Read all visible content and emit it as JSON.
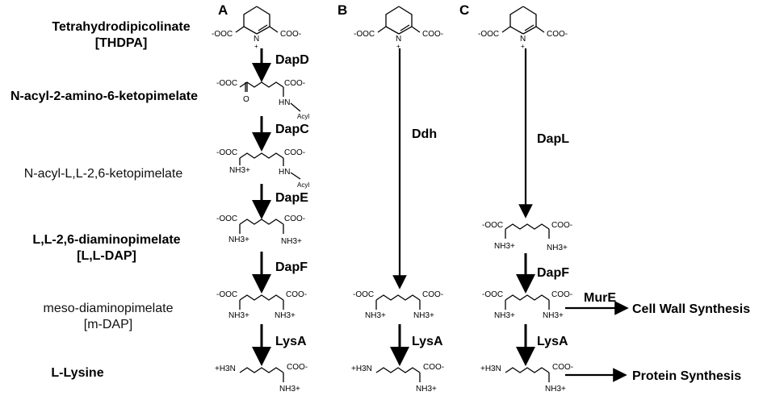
{
  "panels": [
    "A",
    "B",
    "C"
  ],
  "compounds": [
    {
      "name": "Tetrahydrodipicolinate",
      "abbr": "[THDPA]"
    },
    {
      "name": "N-acyl-2-amino-6-ketopimelate"
    },
    {
      "name": "N-acyl-L,L-2,6-ketopimelate"
    },
    {
      "name": "L,L-2,6-diaminopimelate",
      "abbr": "[L,L-DAP]"
    },
    {
      "name": "meso-diaminopimelate",
      "abbr": "[m-DAP]"
    },
    {
      "name": "L-Lysine"
    }
  ],
  "enzymes": {
    "a1": "DapD",
    "a2": "DapC",
    "a3": "DapE",
    "a4": "DapF",
    "a5": "LysA",
    "b1": "Ddh",
    "b2": "LysA",
    "c1": "DapL",
    "c2": "DapF",
    "c3": "MurE",
    "c4": "LysA"
  },
  "outputs": {
    "cell_wall": "Cell Wall Synthesis",
    "protein": "Protein Synthesis"
  },
  "chem": {
    "coo_left": "-OOC",
    "coo_right": "COO-",
    "n_plus": "N",
    "plus": "+",
    "hn": "HN",
    "acyl": "Acyl",
    "o": "O",
    "nh3": "NH3+",
    "h3n": "+H3N"
  }
}
